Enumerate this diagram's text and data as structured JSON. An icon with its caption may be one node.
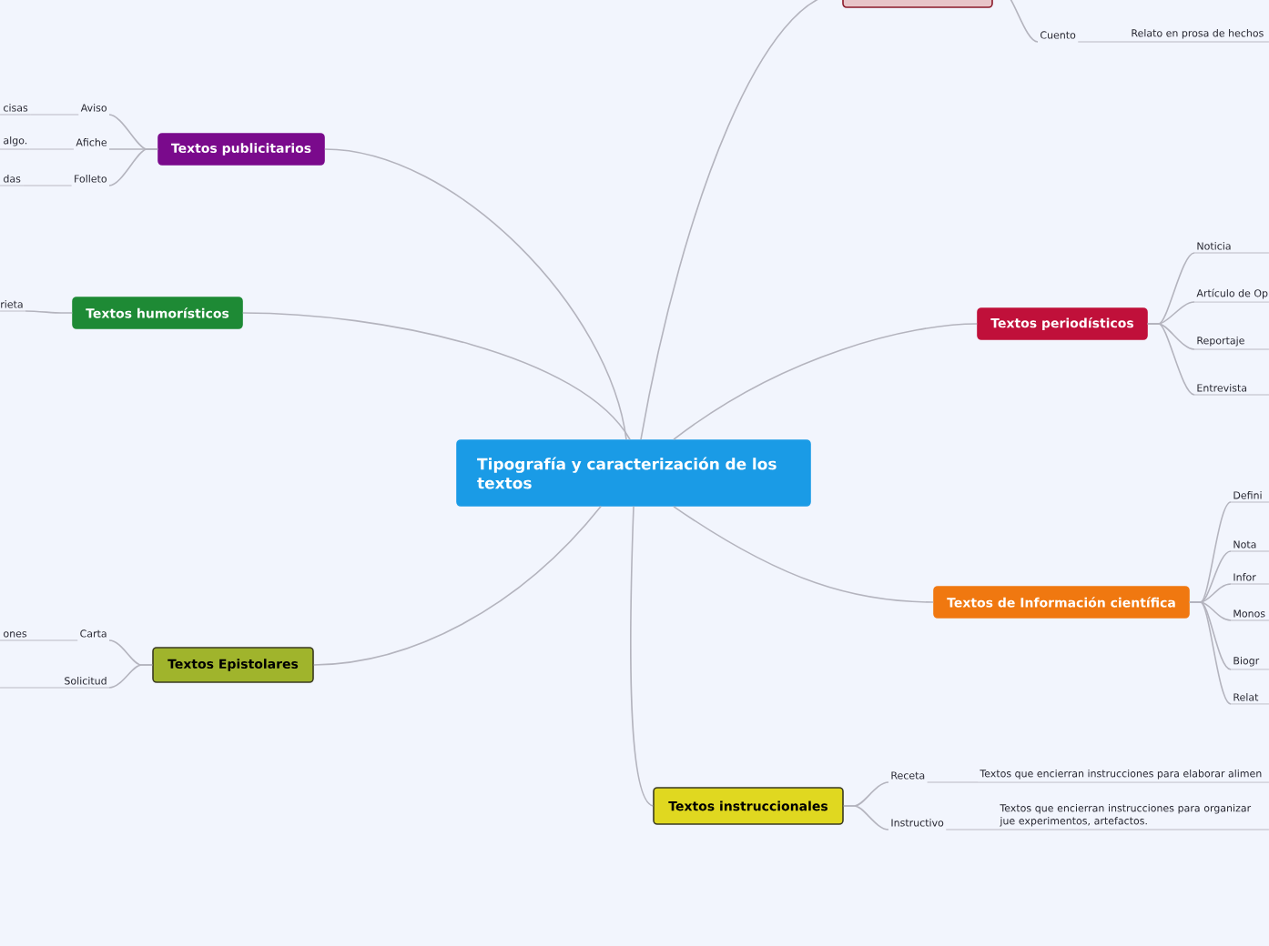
{
  "diagram": {
    "nodes": [
      {
        "text": [
          "Tipografía y caracterización de los textos"
        ]
      },
      {
        "text": [
          "Textos publicitarios"
        ]
      },
      {
        "text": [
          "Aviso"
        ]
      },
      {
        "text": [
          "Afiche"
        ]
      },
      {
        "text": [
          "Folleto"
        ]
      },
      {
        "text": [
          "Textos humorísticos"
        ]
      },
      {
        "text": [
          "rieta"
        ]
      },
      {
        "text": [
          "Textos Epistolares"
        ]
      },
      {
        "text": [
          "Carta"
        ]
      },
      {
        "text": [
          "Solicitud"
        ]
      },
      {
        "text": [],
        "shape": "box"
      },
      {
        "text": [
          "Cuento"
        ]
      },
      {
        "text": [
          "Textos periodísticos"
        ]
      },
      {
        "text": [
          "Noticia"
        ]
      },
      {
        "text": [
          "Artículo de Op"
        ]
      },
      {
        "text": [
          "Reportaje"
        ]
      },
      {
        "text": [
          "Entrevista"
        ]
      },
      {
        "text": [
          "Textos de Información científica"
        ]
      },
      {
        "text": [
          "Defini"
        ]
      },
      {
        "text": [
          "Nota"
        ]
      },
      {
        "text": [
          "Infor"
        ]
      },
      {
        "text": [
          "Monos"
        ]
      },
      {
        "text": [
          "Biogr"
        ]
      },
      {
        "text": [
          "Relat"
        ]
      },
      {
        "text": [
          "Textos instruccionales"
        ]
      },
      {
        "text": [
          "Receta"
        ]
      },
      {
        "text": [
          "Instructivo"
        ]
      },
      {
        "text": [
          "Relato en prosa de hechos"
        ]
      },
      {
        "text": [
          "cisas"
        ]
      },
      {
        "text": [
          "algo."
        ]
      },
      {
        "text": [
          "das"
        ]
      },
      {
        "text": [
          "ones"
        ]
      },
      {
        "text": [
          "Textos que encierran instrucciones para elaborar alimen"
        ]
      },
      {
        "text": [
          "Textos que encierran instrucciones para organizar jue experimentos, artefactos."
        ]
      }
    ],
    "edges": [
      {
        "from": 0,
        "to": 1,
        "arrow": "none"
      },
      {
        "from": 0,
        "to": 5,
        "arrow": "none"
      },
      {
        "from": 0,
        "to": 7,
        "arrow": "none"
      },
      {
        "from": 0,
        "to": 10,
        "arrow": "none"
      },
      {
        "from": 0,
        "to": 12,
        "arrow": "none"
      },
      {
        "from": 0,
        "to": 17,
        "arrow": "none"
      },
      {
        "from": 0,
        "to": 24,
        "arrow": "none"
      },
      {
        "from": 1,
        "to": 2,
        "arrow": "none"
      },
      {
        "from": 1,
        "to": 3,
        "arrow": "none"
      },
      {
        "from": 1,
        "to": 4,
        "arrow": "none"
      },
      {
        "from": 5,
        "to": 6,
        "arrow": "none"
      },
      {
        "from": 7,
        "to": 8,
        "arrow": "none"
      },
      {
        "from": 7,
        "to": 9,
        "arrow": "none"
      },
      {
        "from": 10,
        "to": 11,
        "arrow": "none"
      },
      {
        "from": 12,
        "to": 13,
        "arrow": "none"
      },
      {
        "from": 12,
        "to": 14,
        "arrow": "none"
      },
      {
        "from": 12,
        "to": 15,
        "arrow": "none"
      },
      {
        "from": 12,
        "to": 16,
        "arrow": "none"
      },
      {
        "from": 17,
        "to": 18,
        "arrow": "none"
      },
      {
        "from": 17,
        "to": 19,
        "arrow": "none"
      },
      {
        "from": 17,
        "to": 20,
        "arrow": "none"
      },
      {
        "from": 17,
        "to": 21,
        "arrow": "none"
      },
      {
        "from": 17,
        "to": 22,
        "arrow": "none"
      },
      {
        "from": 17,
        "to": 23,
        "arrow": "none"
      },
      {
        "from": 24,
        "to": 25,
        "arrow": "none"
      },
      {
        "from": 24,
        "to": 26,
        "arrow": "none"
      },
      {
        "from": 11,
        "to": 27,
        "arrow": "none"
      },
      {
        "from": 2,
        "to": 28,
        "arrow": "none"
      },
      {
        "from": 3,
        "to": 29,
        "arrow": "none"
      },
      {
        "from": 4,
        "to": 30,
        "arrow": "none"
      },
      {
        "from": 8,
        "to": 31,
        "arrow": "none"
      },
      {
        "from": 25,
        "to": 32,
        "arrow": "none"
      },
      {
        "from": 26,
        "to": 33,
        "arrow": "none"
      }
    ]
  }
}
